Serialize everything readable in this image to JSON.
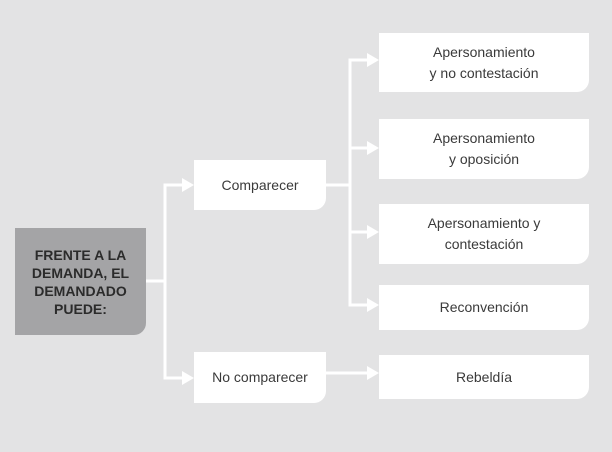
{
  "colors": {
    "background": "#e3e3e4",
    "root_fill": "#a4a4a6",
    "box_fill": "#ffffff",
    "connector": "#ffffff",
    "text": "#3a3a3a"
  },
  "root": {
    "label": "FRENTE A LA\nDEMANDA, EL\nDEMANDADO\nPUEDE:"
  },
  "level1": [
    {
      "label": "Comparecer"
    },
    {
      "label": "No comparecer"
    }
  ],
  "level2": [
    {
      "label": "Apersonamiento\ny no contestación",
      "parent": "Comparecer"
    },
    {
      "label": "Apersonamiento\ny oposición",
      "parent": "Comparecer"
    },
    {
      "label": "Apersonamiento y\ncontestación",
      "parent": "Comparecer"
    },
    {
      "label": "Reconvención",
      "parent": "Comparecer"
    },
    {
      "label": "Rebeldía",
      "parent": "No comparecer"
    }
  ]
}
